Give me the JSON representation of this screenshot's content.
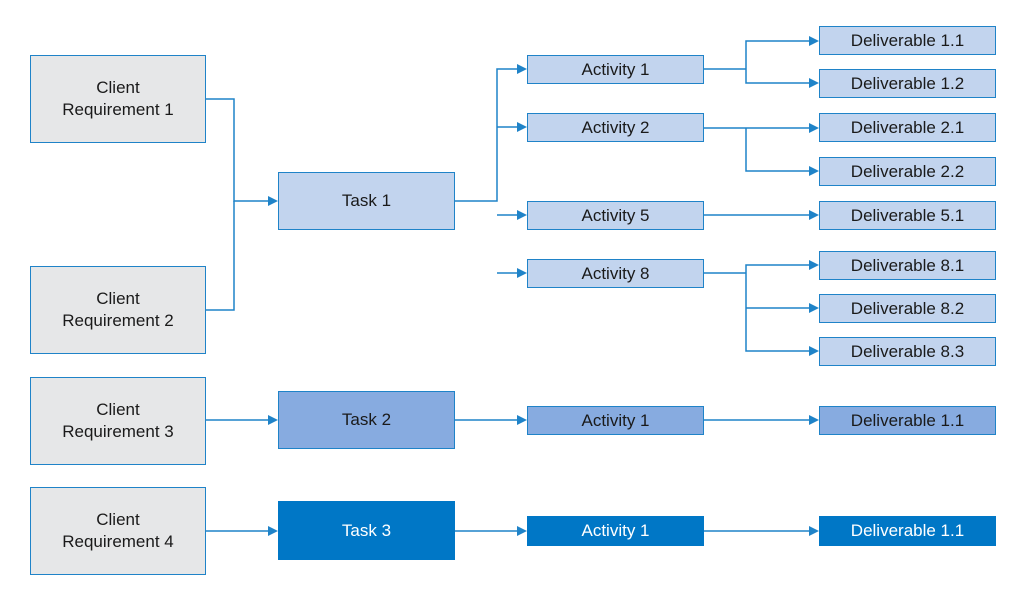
{
  "requirements": [
    {
      "label": "Client\nRequirement  1"
    },
    {
      "label": "Client\nRequirement  2"
    },
    {
      "label": "Client\nRequirement  3"
    },
    {
      "label": "Client\nRequirement  4"
    }
  ],
  "tasks": [
    {
      "label": "Task 1"
    },
    {
      "label": "Task 2"
    },
    {
      "label": "Task 3"
    }
  ],
  "activities": [
    {
      "label": "Activity 1"
    },
    {
      "label": "Activity 2"
    },
    {
      "label": "Activity 5"
    },
    {
      "label": "Activity 8"
    },
    {
      "label": "Activity 1"
    },
    {
      "label": "Activity 1"
    }
  ],
  "deliverables": [
    {
      "label": "Deliverable 1.1"
    },
    {
      "label": "Deliverable 1.2"
    },
    {
      "label": "Deliverable  2.1"
    },
    {
      "label": "Deliverable  2.2"
    },
    {
      "label": "Deliverable  5.1"
    },
    {
      "label": "Deliverable  8.1"
    },
    {
      "label": "Deliverable  8.2"
    },
    {
      "label": "Deliverable  8.3"
    },
    {
      "label": "Deliverable 1.1"
    },
    {
      "label": "Deliverable 1.1"
    }
  ],
  "colors": {
    "requirement_fill": "#e6e7e8",
    "light_fill": "#c2d4ee",
    "mid_fill": "#87abe0",
    "dark_fill": "#0077c6",
    "connector": "#1f83c8"
  }
}
